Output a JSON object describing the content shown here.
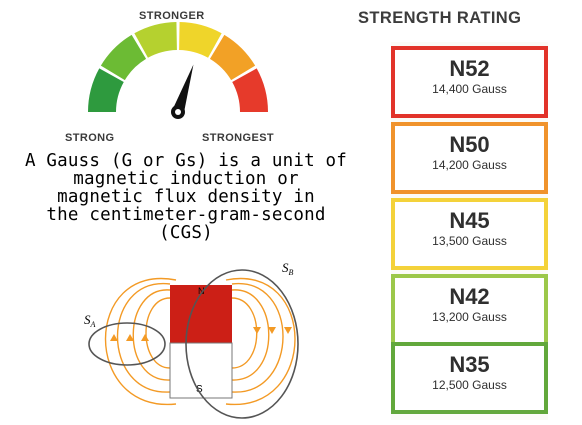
{
  "gauge": {
    "top_label": "STRONGER",
    "left_label": "STRONG",
    "right_label": "STRONGEST",
    "segment_colors": [
      "#2e9a3e",
      "#6cbb34",
      "#b5d12f",
      "#efd52a",
      "#f2a126",
      "#e63a2b"
    ],
    "needle_color": "#111111"
  },
  "description": {
    "lines": [
      "A Gauss (G or Gs) is a unit of",
      "magnetic induction or",
      "magnetic flux density in",
      "the centimeter-gram-second",
      "(CGS)"
    ]
  },
  "magnet": {
    "north_label": "N",
    "south_label": "S",
    "surface_a": {
      "main": "S",
      "sub": "A"
    },
    "surface_b": {
      "main": "S",
      "sub": "B"
    },
    "north_color": "#cc1f16",
    "field_line_color": "#f39a25"
  },
  "rating": {
    "title": "STRENGTH RATING",
    "items": [
      {
        "grade": "N52",
        "gauss": "14,400 Gauss",
        "color": "#e2332a"
      },
      {
        "grade": "N50",
        "gauss": "14,200 Gauss",
        "color": "#f0932c"
      },
      {
        "grade": "N45",
        "gauss": "13,500 Gauss",
        "color": "#f4d23a"
      },
      {
        "grade": "N42",
        "gauss": "13,200 Gauss",
        "color": "#9cc84a"
      },
      {
        "grade": "N35",
        "gauss": "12,500 Gauss",
        "color": "#62a83c"
      }
    ]
  }
}
